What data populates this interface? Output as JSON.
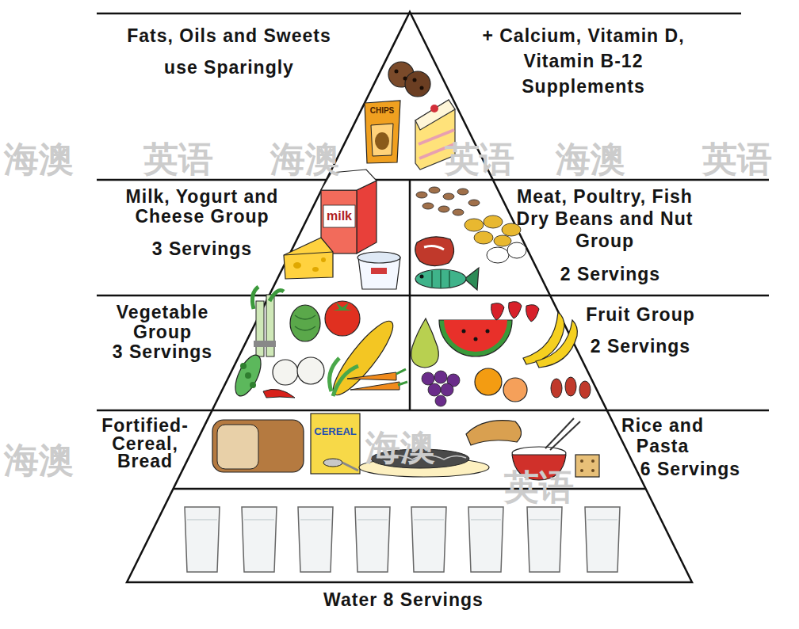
{
  "diagram": {
    "nodes": [
      {
        "text": [
          "Fats, Oils and Sweets use Sparingly"
        ]
      },
      {
        "text": [
          "Milk, Yogurt and Cheese Group",
          "3 Servings"
        ]
      },
      {
        "text": [
          "Meat, Poultry, Fish Dry Beans and Nut Group",
          "2 Servings"
        ]
      },
      {
        "text": [
          "Vegetable Group",
          "3 Servings"
        ]
      },
      {
        "text": [
          "Fruit Group",
          "2 Servings"
        ]
      },
      {
        "text": [
          "Fortified- Cereal, Bread",
          "Rice and Pasta",
          "6 Servings"
        ]
      },
      {
        "text": [
          "Water 8 Servings"
        ]
      }
    ],
    "labels": [
      "+ Calcium, Vitamin D, Vitamin B-12 Supplements",
      "CHIPS",
      "海澳",
      "英语",
      "海澳",
      "英语",
      "海澳",
      "英语",
      "milk",
      "CEREAL",
      "海澳",
      "海澳",
      "英语"
    ]
  }
}
